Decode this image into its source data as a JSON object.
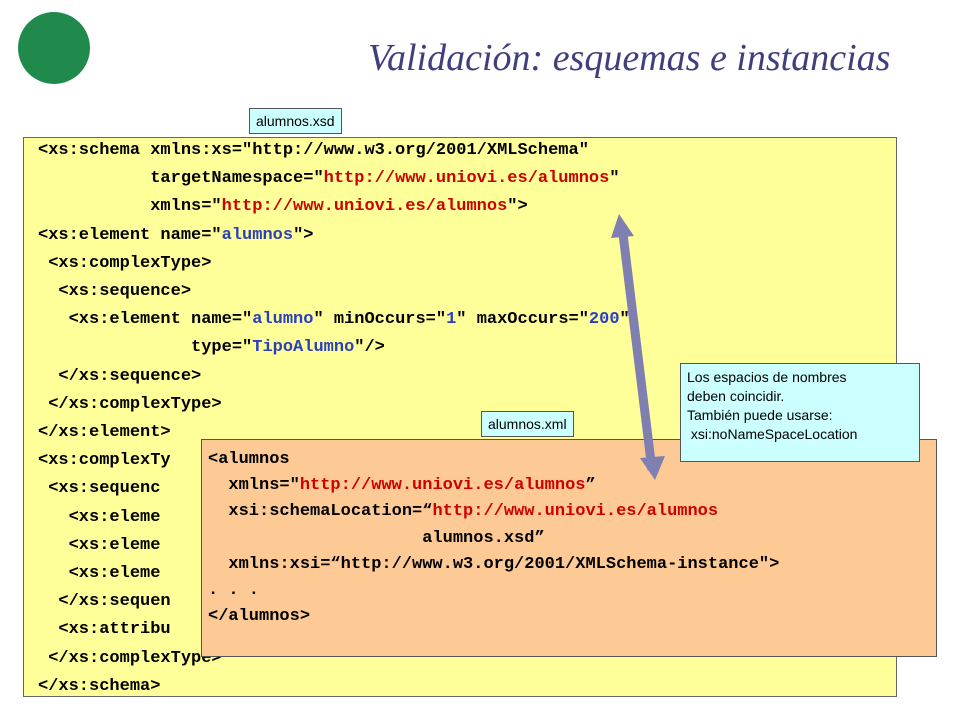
{
  "title": "Validación: esquemas e instancias",
  "labels": {
    "xsd_file": "alumnos.xsd",
    "xml_file": "alumnos.xml"
  },
  "note": {
    "lines": [
      "Los espacios de nombres",
      "deben coincidir.",
      "También puede usarse:",
      " xsi:noNameSpaceLocation"
    ]
  },
  "xsd_lines": [
    [
      {
        "t": "<xs:schema xmlns:xs=\"http://www.w3.org/2001/XMLSchema\""
      }
    ],
    [
      {
        "t": "           targetNamespace=\""
      },
      {
        "t": "http://www.uniovi.es/alumnos",
        "c": "r"
      },
      {
        "t": "\""
      }
    ],
    [
      {
        "t": "           xmlns=\""
      },
      {
        "t": "http://www.uniovi.es/alumnos",
        "c": "r"
      },
      {
        "t": "\">"
      }
    ],
    [
      {
        "t": "<xs:element name=\""
      },
      {
        "t": "alumnos",
        "c": "v"
      },
      {
        "t": "\">"
      }
    ],
    [
      {
        "t": " <xs:complexType>"
      }
    ],
    [
      {
        "t": "  <xs:sequence>"
      }
    ],
    [
      {
        "t": "   <xs:element name=\""
      },
      {
        "t": "alumno",
        "c": "v"
      },
      {
        "t": "\" minOccurs=\""
      },
      {
        "t": "1",
        "c": "v"
      },
      {
        "t": "\" maxOccurs=\""
      },
      {
        "t": "200",
        "c": "v"
      },
      {
        "t": "\""
      }
    ],
    [
      {
        "t": "               type=\""
      },
      {
        "t": "TipoAlumno",
        "c": "v"
      },
      {
        "t": "\"/>"
      }
    ],
    [
      {
        "t": "  </xs:sequence>"
      }
    ],
    [
      {
        "t": " </xs:complexType>"
      }
    ],
    [
      {
        "t": "</xs:element>"
      }
    ],
    [
      {
        "t": "<xs:complexTy"
      }
    ],
    [
      {
        "t": " <xs:sequenc"
      }
    ],
    [
      {
        "t": "   <xs:eleme"
      }
    ],
    [
      {
        "t": "   <xs:eleme"
      }
    ],
    [
      {
        "t": "   <xs:eleme"
      }
    ],
    [
      {
        "t": "  </xs:sequen"
      }
    ],
    [
      {
        "t": "  <xs:attribu"
      }
    ],
    [
      {
        "t": " </xs:complexType>"
      }
    ],
    [
      {
        "t": "</xs:schema>"
      }
    ]
  ],
  "xml_lines": [
    [
      {
        "t": "<alumnos"
      }
    ],
    [
      {
        "t": "  xmlns=\""
      },
      {
        "t": "http://www.uniovi.es/alumnos",
        "c": "r"
      },
      {
        "t": "”"
      }
    ],
    [
      {
        "t": "  xsi:schemaLocation=“"
      },
      {
        "t": "http://www.uniovi.es/alumnos",
        "c": "r"
      }
    ],
    [
      {
        "t": "                     alumnos.xsd”"
      }
    ],
    [
      {
        "t": "  xmlns:xsi=“http://www.w3.org/2001/XMLSchema-instance\">"
      }
    ],
    [
      {
        "t": ". . ."
      }
    ],
    [
      {
        "t": "</alumnos>"
      }
    ]
  ],
  "colors": {
    "xsd_background": "#ffff99",
    "xml_background": "#fdca95",
    "tag_background": "#ccffff",
    "title": "#3f3f7f",
    "namespace": "#cc0000",
    "value": "#2a3fbf",
    "arrow": "#7f7fb2",
    "logo": "#1f8a4c"
  }
}
